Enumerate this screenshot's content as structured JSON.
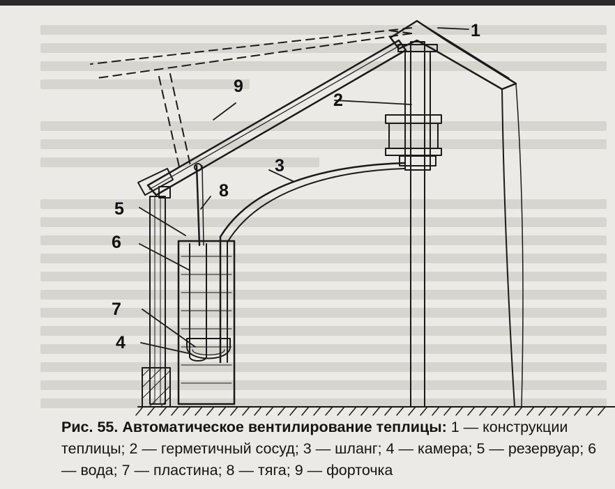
{
  "figure": {
    "labels": {
      "l1": "1",
      "l2": "2",
      "l3": "3",
      "l4": "4",
      "l5": "5",
      "l6": "6",
      "l7": "7",
      "l8": "8",
      "l9": "9"
    }
  },
  "caption": {
    "title": "Рис. 55. Автоматическое вентилирование теплицы:",
    "text": " 1 — конструкции теплицы; 2 — герметичный сосуд; 3 — шланг; 4 — камера; 5 — резервуар; 6 — вода; 7 — пластина; 8 — тяга; 9 — форточка"
  }
}
